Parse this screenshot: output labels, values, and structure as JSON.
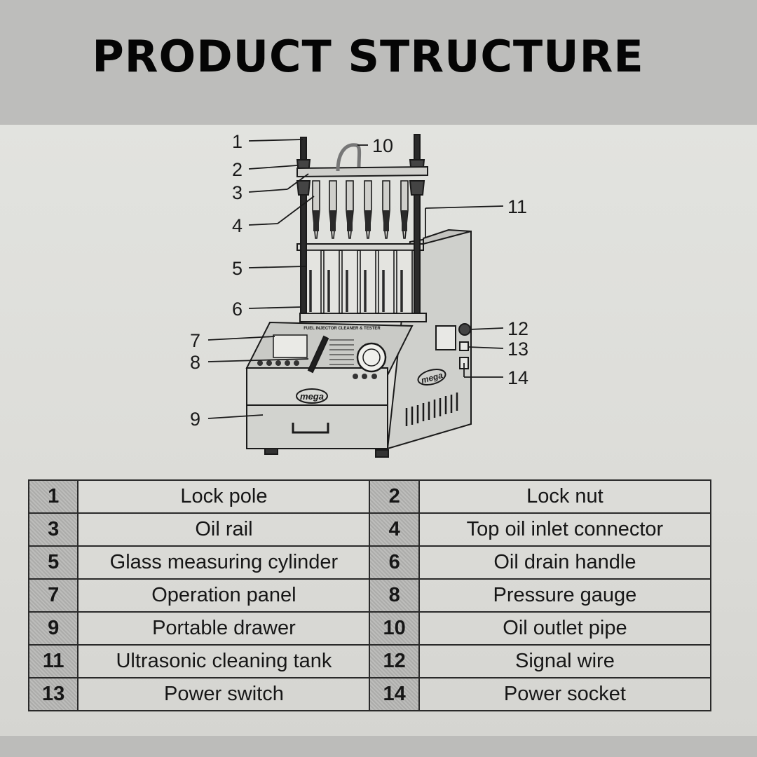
{
  "title": "PRODUCT STRUCTURE",
  "machine": {
    "brand": "mega",
    "panel_text": "FUEL INJECTOR CLEANER & TESTER"
  },
  "parts": [
    {
      "no": "1",
      "name": "Lock pole"
    },
    {
      "no": "2",
      "name": "Lock nut"
    },
    {
      "no": "3",
      "name": "Oil rail"
    },
    {
      "no": "4",
      "name": "Top oil inlet connector"
    },
    {
      "no": "5",
      "name": "Glass measuring cylinder"
    },
    {
      "no": "6",
      "name": "Oil drain handle"
    },
    {
      "no": "7",
      "name": "Operation panel"
    },
    {
      "no": "8",
      "name": "Pressure gauge"
    },
    {
      "no": "9",
      "name": "Portable drawer"
    },
    {
      "no": "10",
      "name": "Oil outlet pipe"
    },
    {
      "no": "11",
      "name": "Ultrasonic cleaning tank"
    },
    {
      "no": "12",
      "name": "Signal wire"
    },
    {
      "no": "13",
      "name": "Power switch"
    },
    {
      "no": "14",
      "name": "Power socket"
    }
  ],
  "colors": {
    "banner": "#bdbdbb",
    "paper": "#dedfdb",
    "ink": "#161616",
    "number_cell": "#bdbdbb"
  }
}
